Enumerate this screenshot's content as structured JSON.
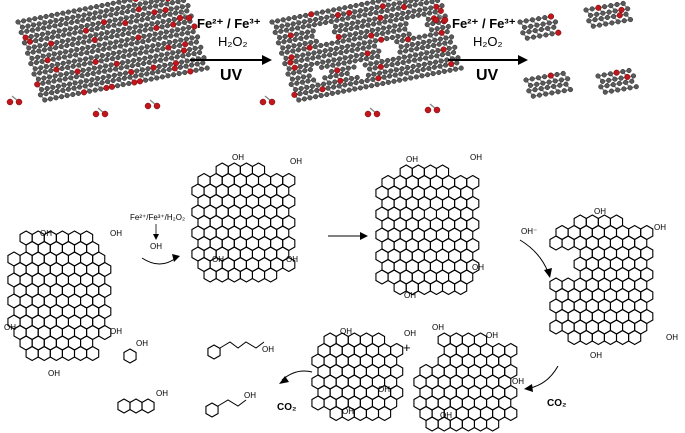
{
  "top_reaction": {
    "step1": {
      "reagent_line1": "Fe²⁺ / Fe³⁺",
      "reagent_line2": "H₂O₂",
      "condition": "UV"
    },
    "step2": {
      "reagent_line1": "Fe²⁺ / Fe³⁺",
      "reagent_line2": "H₂O₂",
      "condition": "UV"
    }
  },
  "mechanism": {
    "reagent_top": "Fe²⁺/Fe³⁺/H₂O₂",
    "reagent_bottom": "OH",
    "radical_label": "OH⁻",
    "plus": "+",
    "co2_right": "CO₂",
    "co2_left": "CO₂",
    "group_cooh": "OH",
    "ring_oh": "OH"
  }
}
